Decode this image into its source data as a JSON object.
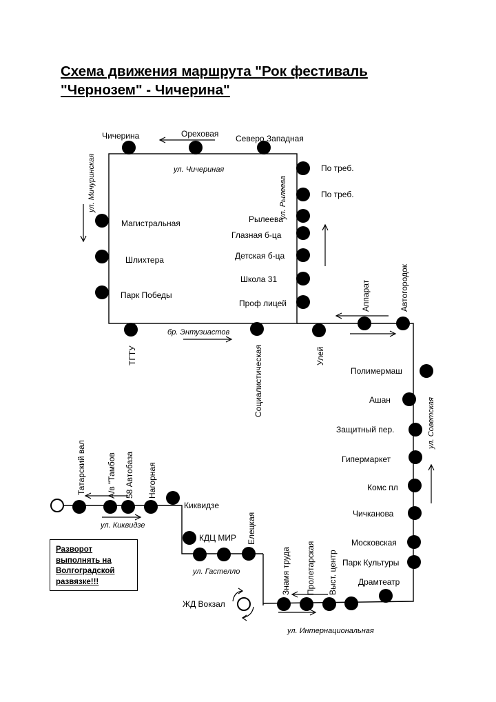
{
  "title": {
    "line1": "Схема движения маршрута \"Рок фестиваль",
    "line2": "\"Чернозем\" - Чичерина\""
  },
  "note": {
    "line1": "Разворот",
    "line2": "выполнять на",
    "line3": "Волгоградской",
    "line4": "развязке!!!"
  },
  "streets": {
    "chicherinaya": "ул. Чичериная",
    "michurinskaya": "ул. Мичуринская",
    "ryleeva": "ул. Рылеева",
    "entuziastov": "бр. Энтузиастов",
    "sovetskaya": "ул. Советская",
    "kikvidze": "ул. Киквидзе",
    "gastello": "ул. Гастелло",
    "internatsionalnaya": "ул. Интернациональная"
  },
  "stops": {
    "chicherina": "Чичерина",
    "orekhovaya": "Ореховая",
    "severo_zapadnaya": "Северо Западная",
    "po_treb_1": "По треб.",
    "po_treb_2": "По треб.",
    "ryleeva": "Рылеева",
    "glaznaya": "Глазная б-ца",
    "detskaya": "Детская б-ца",
    "shkola_31": "Школа 31",
    "prof_litsey": "Проф лицей",
    "magistralnaya": "Магистральная",
    "shlikhtera": "Шлихтера",
    "park_pobedy": "Парк Победы",
    "tgtu": "ТГТУ",
    "sotsialisticheskaya": "Социалистическая",
    "uley": "Улей",
    "apparat": "Аппарат",
    "avtogorodok": "Автогородок",
    "polimermash": "Полимермаш",
    "ashan": "Ашан",
    "zashchitny": "Защитный пер.",
    "gipermarket": "Гипермаркет",
    "koms_pl": "Комс пл",
    "chichkanova": "Чичканова",
    "moskovskaya": "Московская",
    "park_kultury": "Парк Культуры",
    "dramteatr": "Драмтеатр",
    "vyst_tsentr": "Выст. центр",
    "proletarskaya": "Пролетарская",
    "znamya_truda": "Знамя труда",
    "zhd_vokzal": "ЖД Вокзал",
    "eletskaya": "Елецкая",
    "kdts_mir": "КДЦ МИР",
    "kikvidze": "Киквидзе",
    "nagornaya": "Нагорная",
    "avtobaza_58": "58 Автобаза",
    "av_tambov": "А/в \"Тамбов",
    "tatarsky_val": "Татарский вал"
  }
}
